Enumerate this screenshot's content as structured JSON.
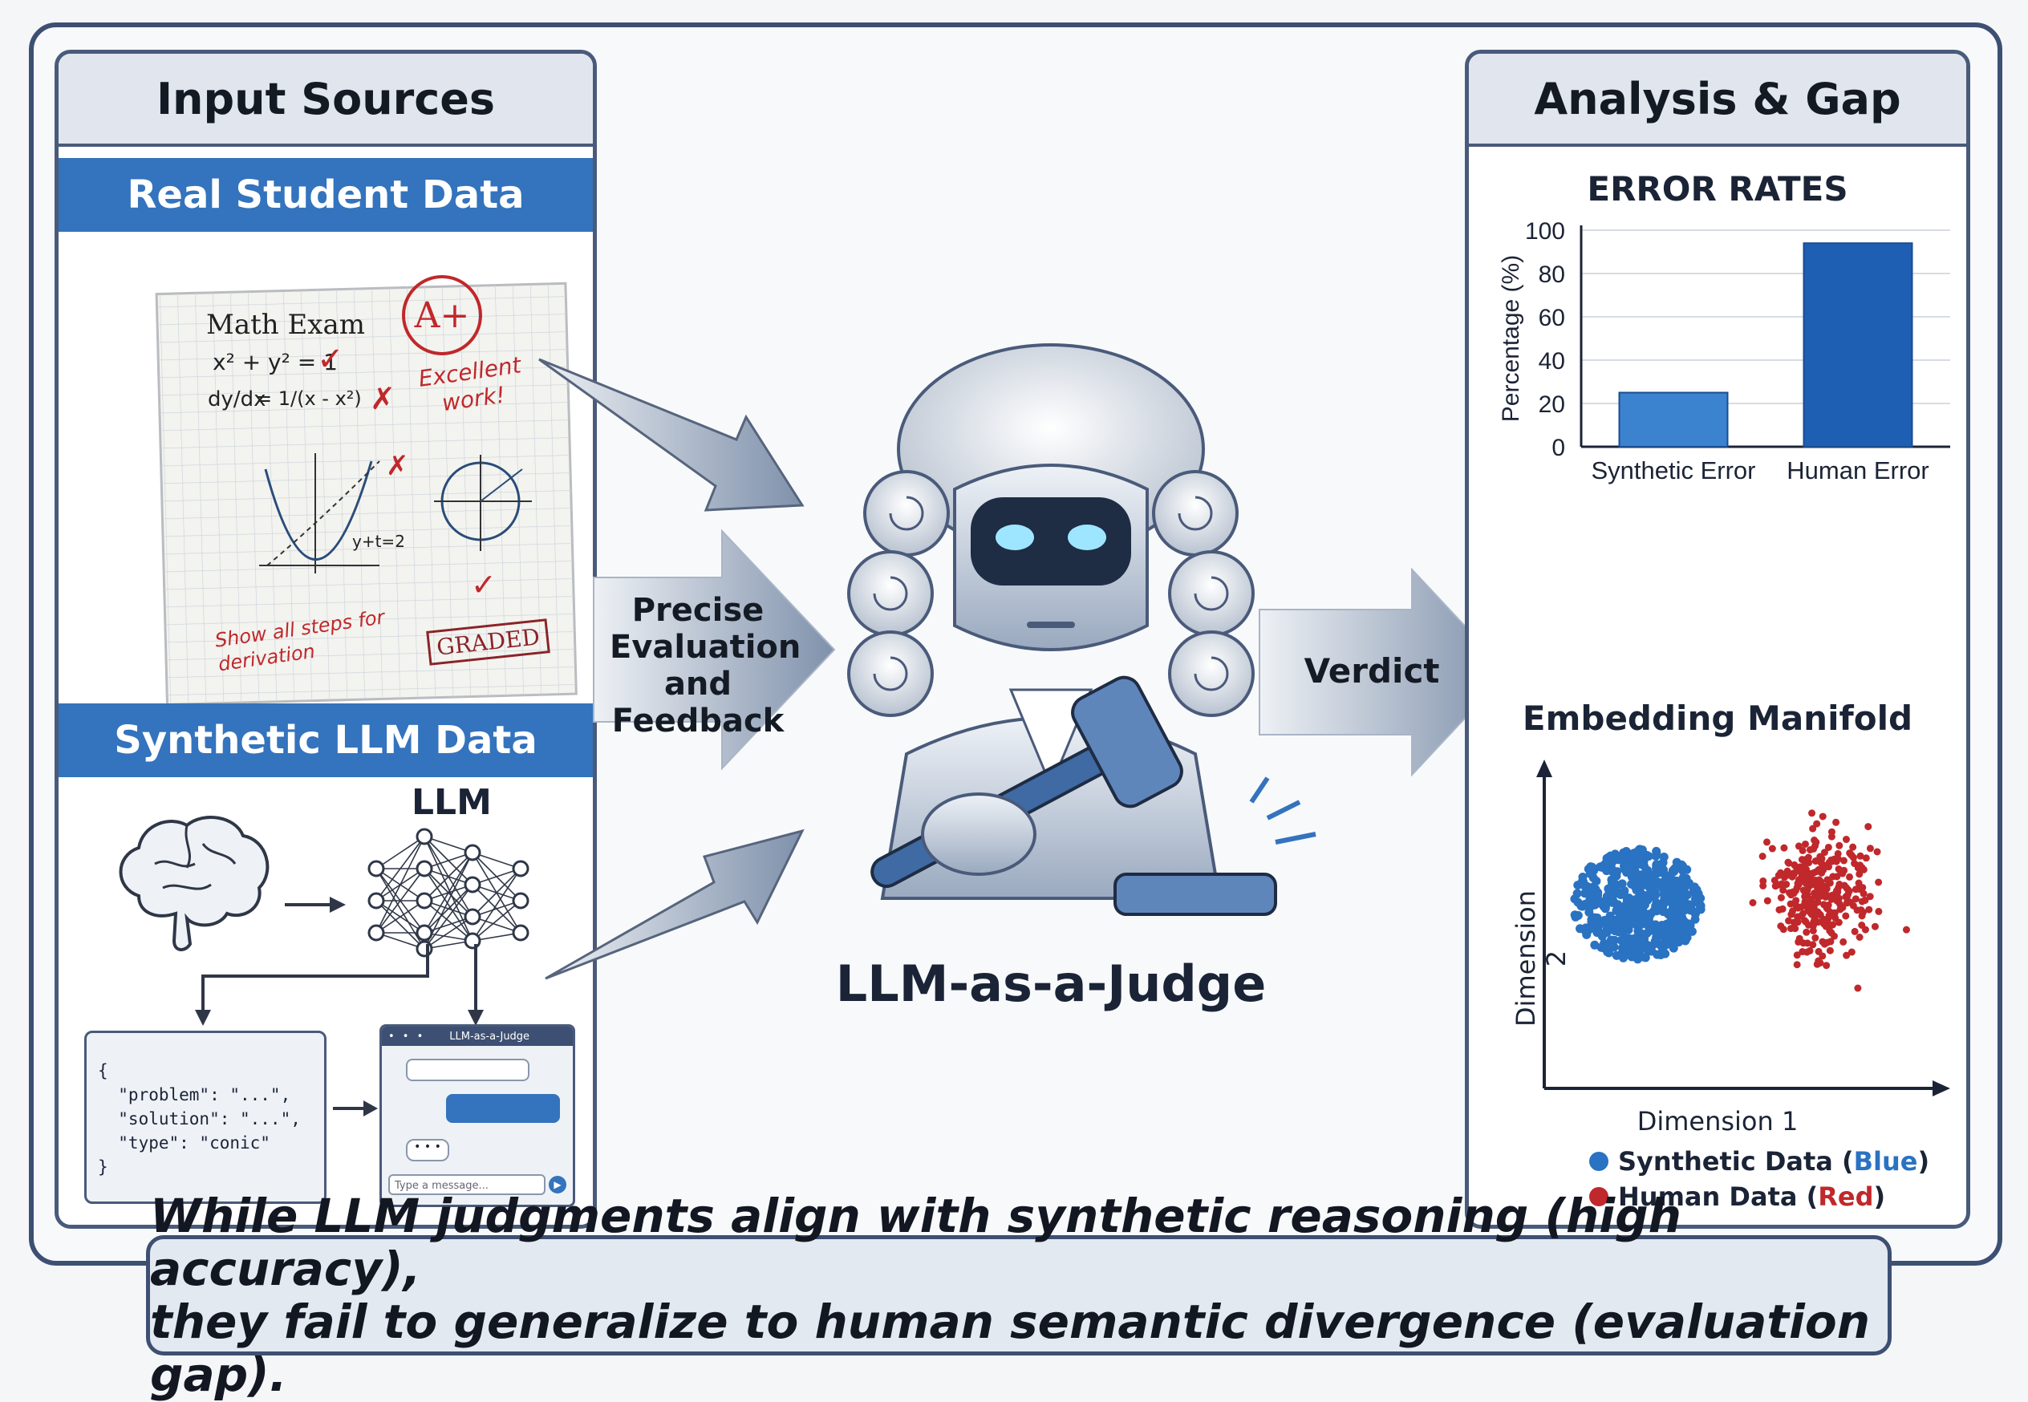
{
  "left": {
    "title": "Input Sources",
    "real_label": "Real Student Data",
    "synthetic_label": "Synthetic LLM Data",
    "exam": {
      "heading": "Math Exam",
      "eq1": "x² + y² = 1",
      "eq2_lhs": "dy/dx",
      "eq2_rhs": "= 1/(x - x²)",
      "grade": "A+",
      "comment": "Excellent work!",
      "curve_label": "y+t=2",
      "note": "Show all steps for derivation",
      "stamp": "GRADED"
    },
    "llm_label": "LLM",
    "json_lines": [
      "{",
      "  \"problem\": \"...\",",
      "  \"solution\": \"...\",",
      "  \"type\": \"conic\"",
      "}"
    ],
    "chat_title": "LLM-as-a-Judge",
    "chat_placeholder": "Type a message..."
  },
  "center": {
    "arrow_label_lines": [
      "Precise",
      "Evaluation",
      "and",
      "Feedback"
    ],
    "judge_label": "LLM-as-a-Judge",
    "verdict_label": "Verdict"
  },
  "right": {
    "title": "Analysis & Gap",
    "scatter_title": "Embedding Manifold",
    "scatter_xlabel": "Dimension 1",
    "scatter_ylabel": "Dimension 2",
    "legend": [
      {
        "prefix": "Synthetic Data (",
        "word": "Blue",
        "suffix": ")",
        "color": "#2a72c2"
      },
      {
        "prefix": "Human Data (",
        "word": "Red",
        "suffix": ")",
        "color": "#c0282b"
      }
    ]
  },
  "chart_data": {
    "type": "bar",
    "title": "ERROR RATES",
    "ylabel": "Percentage (%)",
    "xlabel": "",
    "categories": [
      "Synthetic Error",
      "Human Error"
    ],
    "values": [
      25,
      94
    ],
    "ylim": [
      0,
      100
    ],
    "yticks": [
      0,
      20,
      40,
      60,
      80,
      100
    ],
    "colors": [
      "#3b82cf",
      "#1f5fb3"
    ],
    "grid": true
  },
  "caption": {
    "line1": "While LLM judgments align with synthetic reasoning (high accuracy),",
    "line2": "they fail to generalize to human semantic divergence (evaluation gap)."
  },
  "colors": {
    "accent": "#3473bd",
    "border": "#4a5a7a",
    "blue_points": "#2a72c2",
    "red_points": "#c0282b"
  }
}
